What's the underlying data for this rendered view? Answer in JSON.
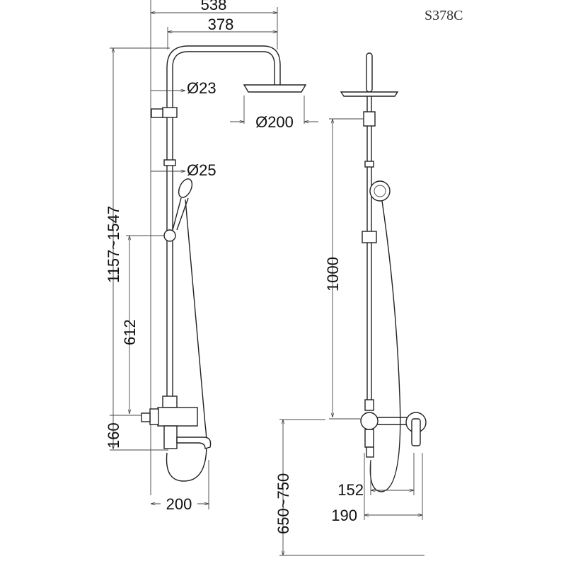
{
  "model": "S378C",
  "dimensions": {
    "total_width": "538",
    "arm_length": "378",
    "pipe_upper_diameter": "Ø23",
    "head_diameter": "Ø200",
    "pipe_lower_diameter": "Ø25",
    "height_range": "1157~1547",
    "slider_height": "612",
    "spout_offset": "160",
    "spout_reach": "200",
    "side_height": "1000",
    "install_height": "650~750",
    "side_depth_inner": "152",
    "side_depth_outer": "190"
  }
}
